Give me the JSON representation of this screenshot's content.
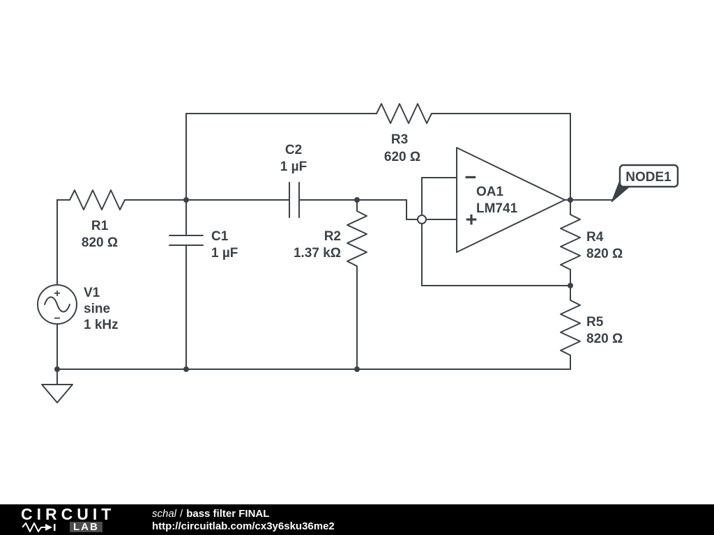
{
  "colors": {
    "wire": "#3b4247",
    "background": "#ffffff",
    "footer_bg": "#000000",
    "footer_text": "#ffffff"
  },
  "schematic": {
    "components": {
      "V1": {
        "name": "V1",
        "kind": "sine",
        "freq": "1 kHz",
        "plus": "+",
        "minus": "−"
      },
      "R1": {
        "name": "R1",
        "value": "820 Ω"
      },
      "C1": {
        "name": "C1",
        "value": "1 µF"
      },
      "C2": {
        "name": "C2",
        "value": "1 µF"
      },
      "R2": {
        "name": "R2",
        "value": "1.37 kΩ"
      },
      "R3": {
        "name": "R3",
        "value": "620 Ω"
      },
      "OA1": {
        "name": "OA1",
        "value": "LM741",
        "plus": "+",
        "minus": "−"
      },
      "R4": {
        "name": "R4",
        "value": "820 Ω"
      },
      "R5": {
        "name": "R5",
        "value": "820 Ω"
      }
    },
    "flags": {
      "output": "NODE1"
    }
  },
  "footer": {
    "logo": {
      "line1": "CIRCUIT",
      "line2": "LAB"
    },
    "user": "schal",
    "separator": "/",
    "title": "bass filter FINAL",
    "url": "http://circuitlab.com/cx3y6sku36me2"
  }
}
